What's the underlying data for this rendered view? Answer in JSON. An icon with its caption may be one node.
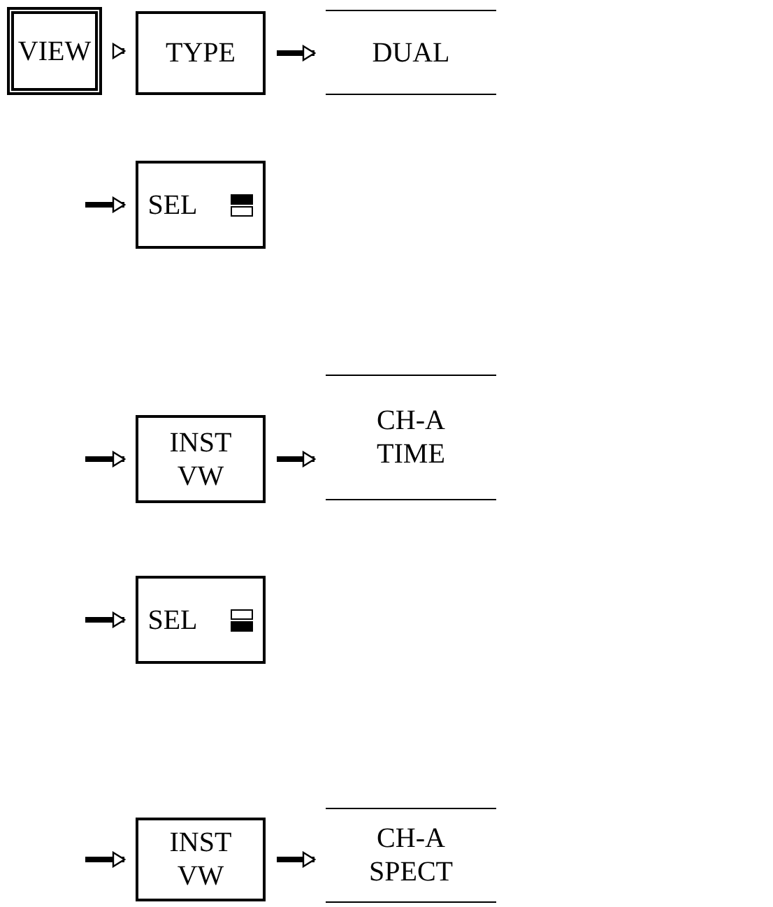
{
  "diagram": {
    "nodes": [
      {
        "text": [
          "VIEW"
        ]
      },
      {
        "text": [
          "TYPE"
        ]
      },
      {
        "text": [
          "DUAL"
        ]
      },
      {
        "text": [
          "SEL"
        ]
      },
      {
        "text": [
          "INST VW"
        ]
      },
      {
        "text": [
          "CH-A TIME"
        ]
      },
      {
        "text": [
          "SEL"
        ]
      },
      {
        "text": [
          "INST VW"
        ]
      },
      {
        "text": [
          "CH-A SPECT"
        ]
      }
    ],
    "edges": [
      {
        "from": 0,
        "to": 1,
        "arrow": "to"
      },
      {
        "from": 1,
        "to": 2,
        "arrow": "to"
      },
      {
        "from": null,
        "to": 3,
        "arrow": "to"
      },
      {
        "from": null,
        "to": 4,
        "arrow": "to"
      },
      {
        "from": 4,
        "to": 5,
        "arrow": "to"
      },
      {
        "from": null,
        "to": 6,
        "arrow": "to"
      },
      {
        "from": null,
        "to": 7,
        "arrow": "to"
      },
      {
        "from": 7,
        "to": 8,
        "arrow": "to"
      }
    ]
  }
}
